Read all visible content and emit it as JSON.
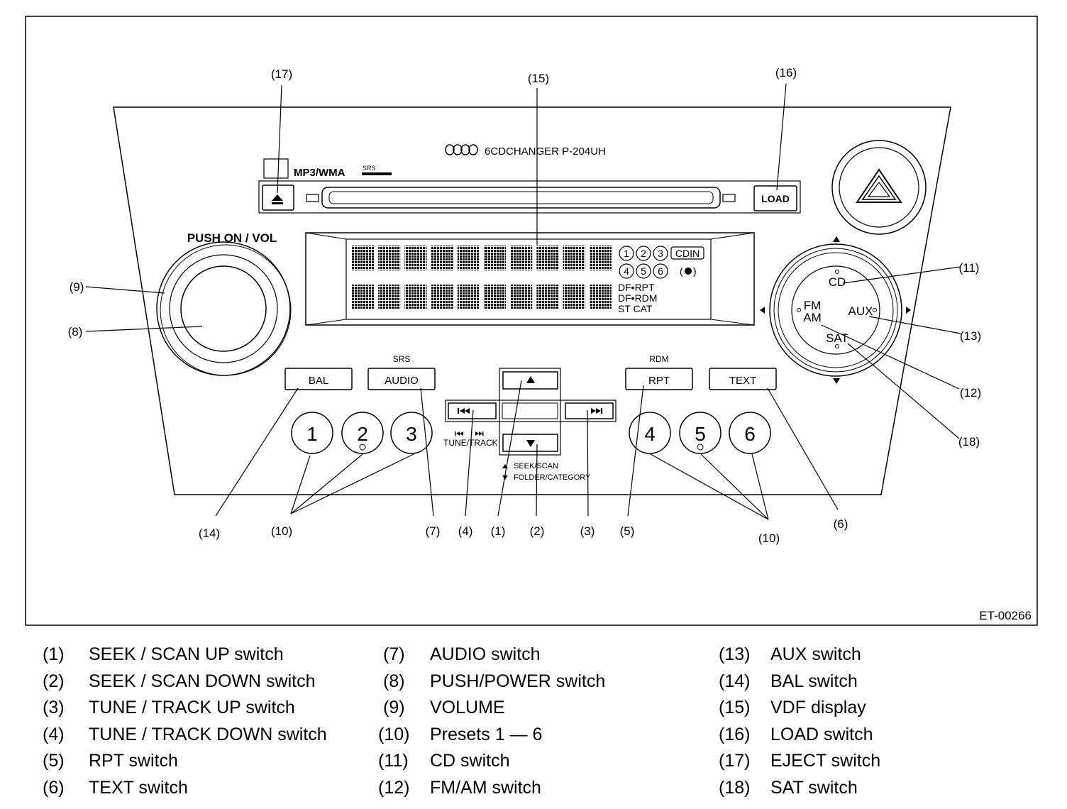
{
  "panel": {
    "brand_line": "6CDCHANGER  P-204UH",
    "mp3_label": "MP3/WMA",
    "srs_mark": "SRS",
    "load_label": "LOAD",
    "push_vol_label": "PUSH ON / VOL",
    "bal_label": "BAL",
    "audio_label": "AUDIO",
    "audio_top_label": "SRS",
    "rpt_label": "RPT",
    "rpt_top_label": "RDM",
    "text_label": "TEXT",
    "tune_track_label": "TUNE/TRACK",
    "seek_scan_label": "SEEK/SCAN",
    "folder_category_label": "FOLDER/CATEGORY",
    "presets": [
      "1",
      "2",
      "3",
      "4",
      "5",
      "6"
    ],
    "disc_numbers": [
      "1",
      "2",
      "3",
      "4",
      "5",
      "6"
    ],
    "cdin_label": "CDIN",
    "df_rpt": "DF•RPT",
    "df_rdm": "DF•RDM",
    "st_cat": "ST  CAT",
    "mode_cd": "CD",
    "mode_fm": "FM",
    "mode_am": "AM",
    "mode_aux": "AUX",
    "mode_sat": "SAT"
  },
  "callouts": {
    "c1": "(1)",
    "c2": "(2)",
    "c3": "(3)",
    "c4": "(4)",
    "c5": "(5)",
    "c6": "(6)",
    "c7": "(7)",
    "c8": "(8)",
    "c9": "(9)",
    "c10a": "(10)",
    "c10b": "(10)",
    "c11": "(11)",
    "c12": "(12)",
    "c13": "(13)",
    "c14": "(14)",
    "c15": "(15)",
    "c16": "(16)",
    "c17": "(17)",
    "c18": "(18)"
  },
  "figure_code": "ET-00266",
  "legend": [
    {
      "num": "(1)",
      "label": "SEEK / SCAN UP switch"
    },
    {
      "num": "(2)",
      "label": "SEEK / SCAN DOWN switch"
    },
    {
      "num": "(3)",
      "label": "TUNE / TRACK UP switch"
    },
    {
      "num": "(4)",
      "label": "TUNE / TRACK DOWN switch"
    },
    {
      "num": "(5)",
      "label": "RPT switch"
    },
    {
      "num": "(6)",
      "label": "TEXT switch"
    },
    {
      "num": "(7)",
      "label": "AUDIO switch"
    },
    {
      "num": "(8)",
      "label": "PUSH/POWER switch"
    },
    {
      "num": "(9)",
      "label": "VOLUME"
    },
    {
      "num": "(10)",
      "label": "Presets 1 — 6"
    },
    {
      "num": "(11)",
      "label": "CD switch"
    },
    {
      "num": "(12)",
      "label": "FM/AM switch"
    },
    {
      "num": "(13)",
      "label": "AUX switch"
    },
    {
      "num": "(14)",
      "label": "BAL switch"
    },
    {
      "num": "(15)",
      "label": "VDF display"
    },
    {
      "num": "(16)",
      "label": "LOAD switch"
    },
    {
      "num": "(17)",
      "label": "EJECT switch"
    },
    {
      "num": "(18)",
      "label": "SAT switch"
    }
  ]
}
